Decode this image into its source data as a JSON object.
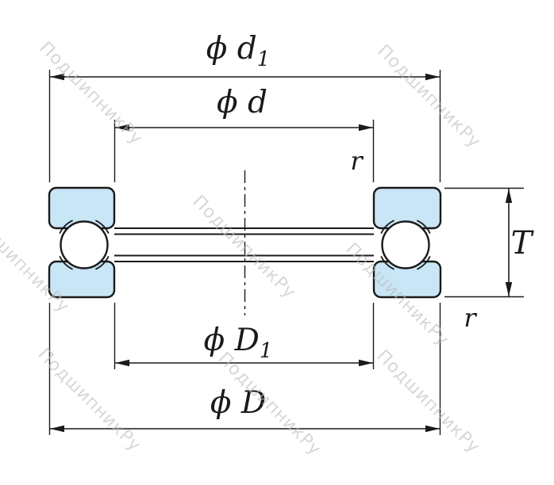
{
  "colors": {
    "background": "#ffffff",
    "line": "#1a1a1a",
    "fill-blue": "#c8e6f5",
    "watermark": "#bdbdbd"
  },
  "watermark": {
    "text": "ПодшипникРу"
  },
  "labels": {
    "dim_d1_main": "ϕ d",
    "dim_d1_sub": "1",
    "dim_d": "ϕ d",
    "radius_top": "r",
    "height": "T",
    "radius_bottom": "r",
    "dim_D1_main": "ϕ D",
    "dim_D1_sub": "1",
    "dim_D": "ϕ D"
  }
}
